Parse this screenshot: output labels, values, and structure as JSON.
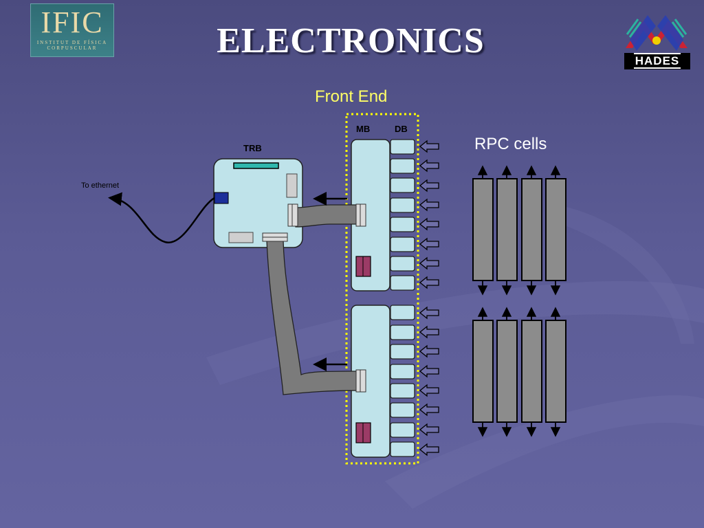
{
  "title": "ELECTRONICS",
  "logos": {
    "ific_main": "IFIC",
    "ific_sub1": "INSTITUT DE FÍSICA",
    "ific_sub2": "CORPUSCULAR",
    "hades": "HADES"
  },
  "diagram": {
    "front_end": "Front End",
    "mb": "MB",
    "db": "DB",
    "trb": "TRB",
    "ethernet": "To ethernet",
    "rpc_cells": "RPC cells"
  },
  "colors": {
    "board_fill": "#bfe3ea",
    "cable": "#7b7b7b",
    "connector_red": "#9b3b66",
    "connector_blue": "#1c2f9a",
    "teal_strip": "#2fb7ad",
    "frame_dotted": "#ffff00",
    "rpc_cell": "#8c8c8c"
  }
}
